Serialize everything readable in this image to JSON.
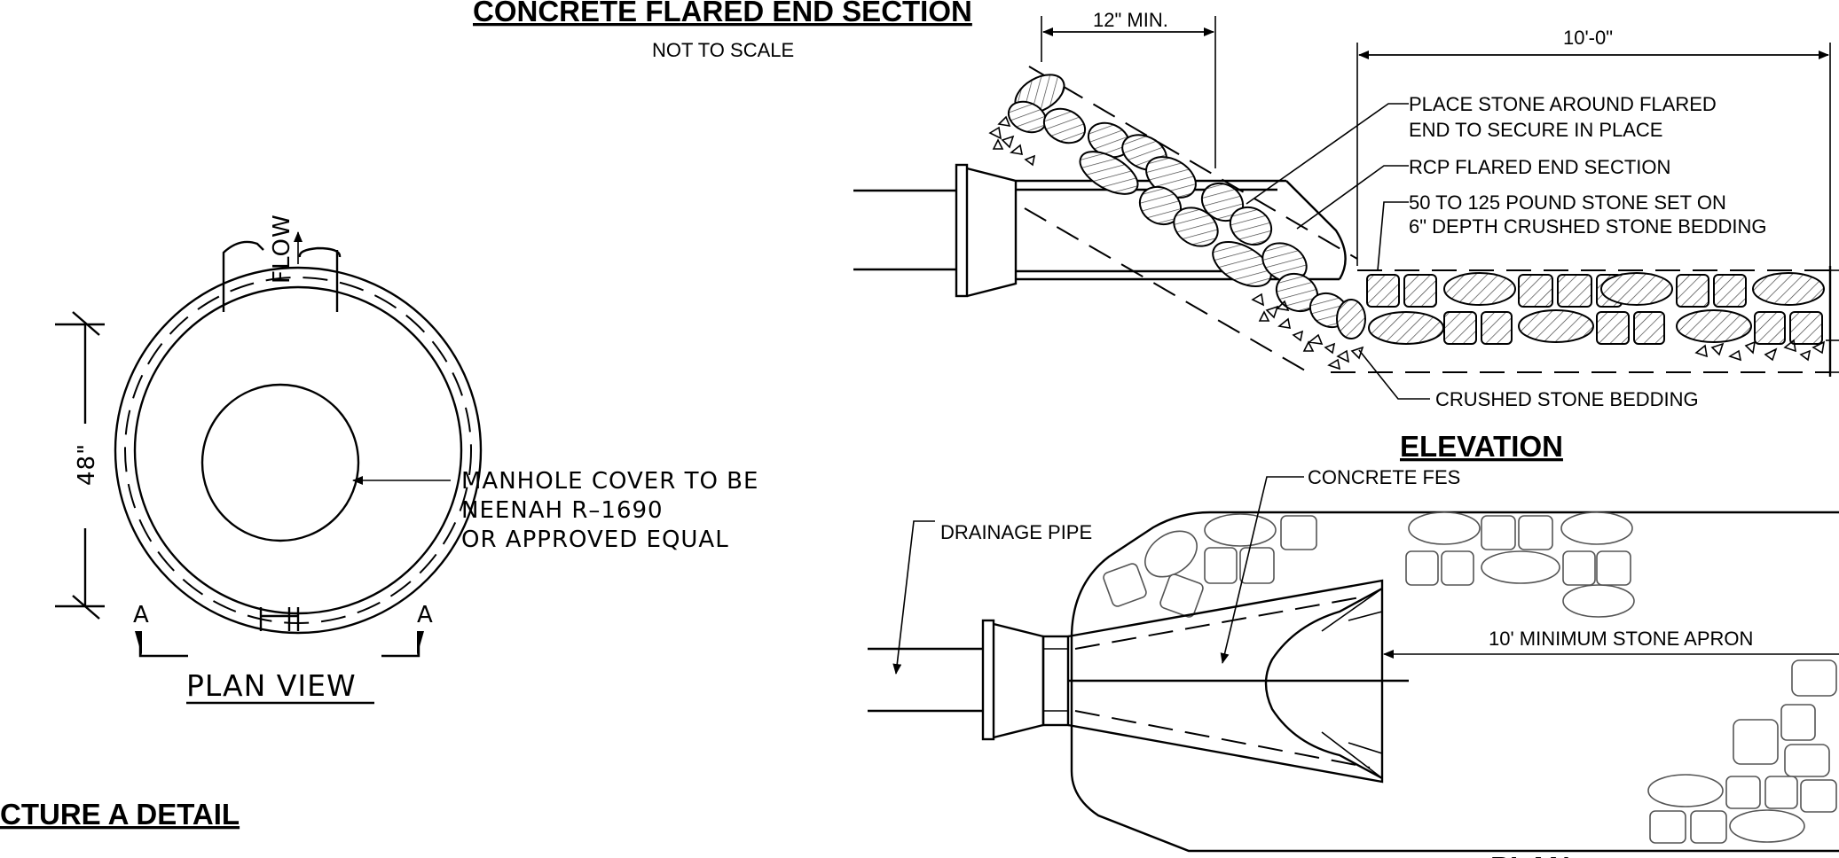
{
  "fes_section": {
    "title": "CONCRETE FLARED END SECTION",
    "subtitle": "NOT TO SCALE"
  },
  "structure_detail": {
    "title_fragment": "CTURE A DETAIL"
  },
  "plan_view": {
    "title": "PLAN VIEW",
    "flow_label": "FLOW",
    "diameter_label": "48\"",
    "section_mark_left": "A",
    "section_mark_right": "A",
    "cover_note": [
      "MANHOLE COVER TO BE",
      "NEENAH R–1690",
      "OR APPROVED EQUAL"
    ]
  },
  "elevation": {
    "title": "ELEVATION",
    "dim_min": "12\" MIN.",
    "dim_length": "10'-0\"",
    "note_stone_around": [
      "PLACE STONE AROUND FLARED",
      "END TO SECURE IN PLACE"
    ],
    "note_rcp": "RCP FLARED END SECTION",
    "note_stone_size": [
      "50 TO 125 POUND STONE SET ON",
      "6\" DEPTH CRUSHED STONE BEDDING"
    ],
    "note_bedding": "CRUSHED STONE BEDDING"
  },
  "plan": {
    "label_fes": "CONCRETE FES",
    "label_pipe": "DRAINAGE PIPE",
    "label_apron": "10' MINIMUM STONE APRON",
    "title_fragment": "PLAN"
  }
}
